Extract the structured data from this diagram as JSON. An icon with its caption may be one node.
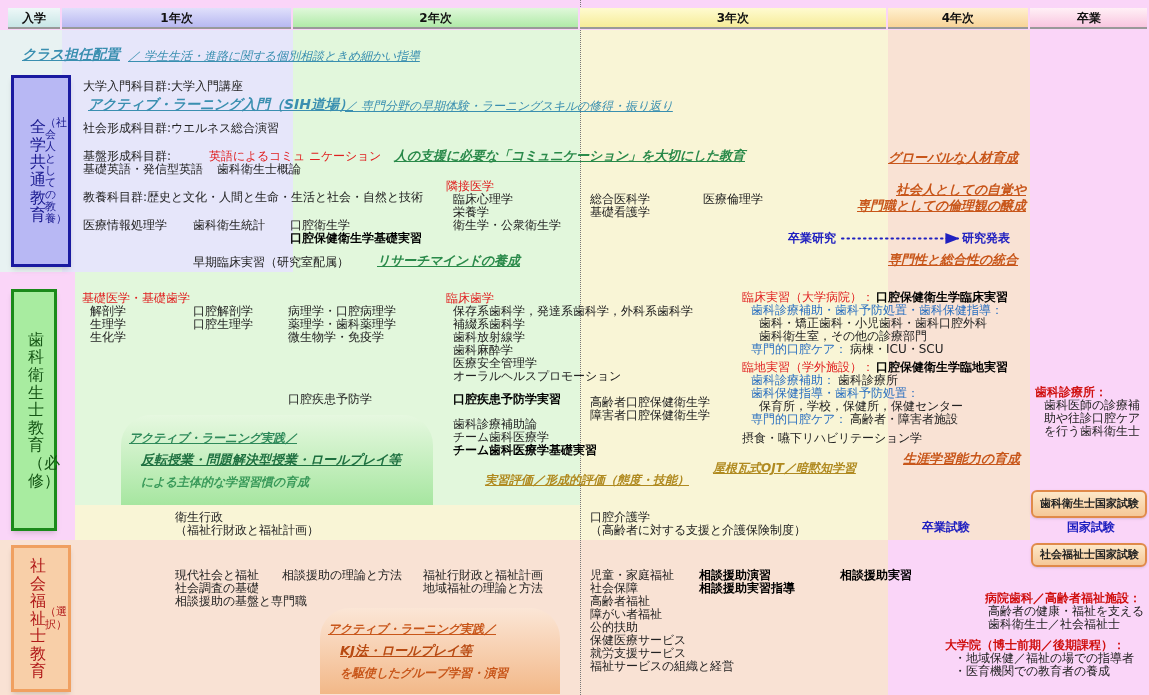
{
  "diagram": {
    "nodes": [
      {
        "text": [
          "入学"
        ]
      },
      {
        "text": [
          "1年次"
        ]
      },
      {
        "text": [
          "2年次"
        ]
      },
      {
        "text": [
          "3年次"
        ]
      },
      {
        "text": [
          "4年次"
        ]
      },
      {
        "text": [
          "卒業"
        ]
      },
      {
        "text": [
          "全学共通教育",
          "（社会人としての教養）"
        ]
      },
      {
        "text": [
          "歯科衛生士教育（必修）"
        ]
      },
      {
        "text": [
          "社会福祉士教育",
          "（選択）"
        ]
      },
      {
        "text": [
          "卒業研究"
        ]
      },
      {
        "text": [
          "研究発表"
        ]
      },
      {
        "text": [
          "アクティブ・ラーニング実践／",
          "反転授業・問題解決型授業・ロールプレイ等",
          "による主体的な学習習慣の育成"
        ]
      },
      {
        "text": [
          "アクティブ・ラーニング実践／",
          "KJ法・ロールプレイ等",
          "を駆使したグループ学習・演習"
        ]
      },
      {
        "text": [
          "歯科衛生士国家試験"
        ]
      },
      {
        "text": [
          "社会福祉士国家試験"
        ]
      }
    ],
    "edges": [
      {
        "from": 9,
        "to": 10,
        "arrow": "to",
        "style": "dashed"
      }
    ],
    "labels": [
      "クラス担任配置",
      "／ 学生生活・進路に関する個別相談ときめ細かい指導",
      "大学入門科目群:大学入門講座",
      "アクティブ・ラーニング入門（SIH道場）",
      "／ 専門分野の早期体験・ラーニングスキルの修得・振り返り",
      "社会形成科目群:ウエルネス総合演習",
      "基盤形成科目群:",
      "英語によるコミュ ニケーション",
      "人の支援に必要な「コミュニケーション」を大切にした教育",
      "基礎英語・発信型英語",
      "歯科衛生士概論",
      "教養科目群:歴史と文化・人間と生命・生活と社会・自然と技術",
      "隣接医学",
      "臨床心理学",
      "栄養学",
      "衛生学・公衆衛生学",
      "総合医科学",
      "基礎看護学",
      "医療倫理学",
      "グローバルな人材育成",
      "社会人としての自覚や",
      "専門職としての倫理観の醸成",
      "医療情報処理学",
      "歯科衛生統計",
      "口腔衛生学",
      "口腔保健衛生学基礎実習",
      "早期臨床実習（研究室配属）",
      "リサーチマインドの養成",
      "専門性と総合性の統合",
      "基礎医学・基礎歯学",
      "解剖学",
      "生理学",
      "生化学",
      "口腔解剖学",
      "口腔生理学",
      "病理学・口腔病理学",
      "薬理学・歯科薬理学",
      "微生物学・免疫学",
      "臨床歯学",
      "保存系歯科学，発達系歯科学，外科系歯科学",
      "補綴系歯科学",
      "歯科放射線学",
      "歯科麻酔学",
      "医療安全管理学",
      "オーラルヘルスプロモーション",
      "口腔疾患予防学",
      "口腔疾患予防学実習",
      "歯科診療補助論",
      "チーム歯科医療学",
      "チーム歯科医療学基礎実習",
      "高齢者口腔保健衛生学",
      "障害者口腔保健衛生学",
      "臨床実習（大学病院）：",
      "口腔保健衛生学臨床実習",
      "歯科診療補助・歯科予防処置・歯科保健指導：",
      "歯科・矯正歯科・小児歯科・歯科口腔外科",
      "歯科衛生室，その他の診療部門",
      "専門的口腔ケア：",
      "病棟・ICU・SCU",
      "臨地実習（学外施設）：",
      "口腔保健衛生学臨地実習",
      "歯科診療補助：",
      "歯科診療所",
      "歯科保健指導・歯科予防処置：",
      "保育所，学校，保健所，保健センター",
      "専門的口腔ケア：",
      "高齢者・障害者施設",
      "摂食・嚥下リハビリテーション学",
      "歯科診療所：",
      "歯科医師の診療補助や往診口腔ケアを行う歯科衛生士",
      "実習評価／形成的評価（態度・技能）",
      "屋根瓦式OJT／暗黙知学習",
      "生涯学習能力の育成",
      "衛生行政",
      "（福祉行財政と福祉計画）",
      "口腔介護学",
      "（高齢者に対する支援と介護保険制度）",
      "卒業試験",
      "国家試験",
      "現代社会と福祉",
      "社会調査の基礎",
      "相談援助の基盤と専門職",
      "相談援助の理論と方法",
      "福祉行財政と福祉計画",
      "地域福祉の理論と方法",
      "児童・家庭福祉",
      "社会保障",
      "高齢者福祉",
      "障がい者福祉",
      "公的扶助",
      "保健医療サービス",
      "就労支援サービス",
      "福祉サービスの組織と経営",
      "相談援助演習",
      "相談援助実習指導",
      "相談援助実習",
      "病院歯科／高齢者福祉施設：",
      "高齢者の健康・福祉を支える歯科衛生士／社会福祉士",
      "大学院（博士前期／後期課程）：",
      "・地域保健／福祉の場での指導者",
      "・医育機関での教育者の養成"
    ]
  }
}
